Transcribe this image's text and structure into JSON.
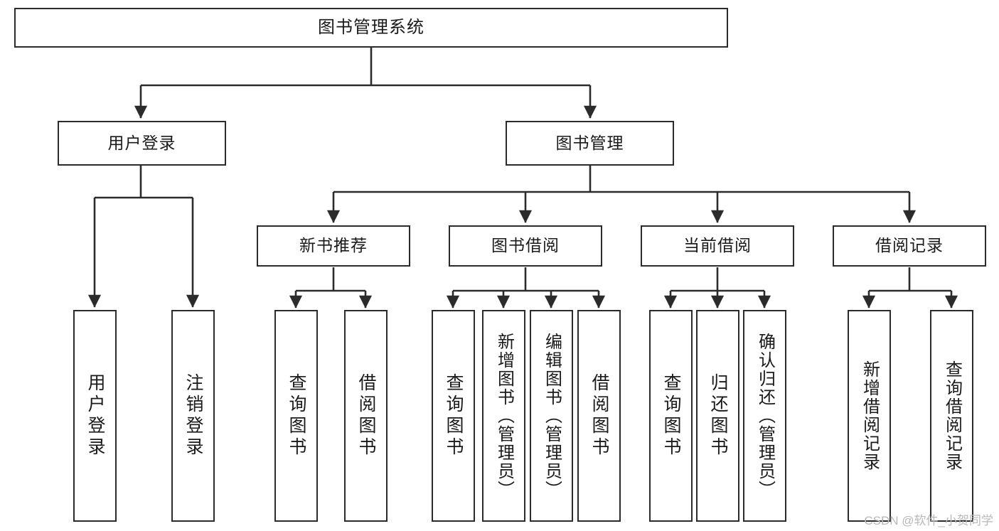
{
  "diagram": {
    "title": "图书管理系统",
    "type": "tree-hierarchy-diagram",
    "colors": {
      "box_border": "#2b2b2b",
      "box_fill": "#ffffff",
      "connector": "#2b2b2b",
      "text": "#1a1a1a",
      "watermark": "#b8b8b8",
      "background": "#ffffff"
    },
    "watermark": "CSDN @软件_小贺同学",
    "nodes": {
      "root": {
        "label": "图书管理系统"
      },
      "level2": [
        {
          "id": "user-login",
          "label": "用户登录"
        },
        {
          "id": "book-management",
          "label": "图书管理"
        }
      ],
      "level3": [
        {
          "id": "new-book-recommend",
          "label": "新书推荐"
        },
        {
          "id": "book-borrow",
          "label": "图书借阅"
        },
        {
          "id": "current-borrow",
          "label": "当前借阅"
        },
        {
          "id": "borrow-record",
          "label": "借阅记录"
        }
      ],
      "leaves": {
        "user_login": [
          {
            "id": "leaf-user-login",
            "label": "用户登录"
          },
          {
            "id": "leaf-logout-login",
            "label": "注销登录"
          }
        ],
        "new_book_recommend": [
          {
            "id": "leaf-query-book-1",
            "label": "查询图书"
          },
          {
            "id": "leaf-borrow-book-1",
            "label": "借阅图书"
          }
        ],
        "book_borrow": [
          {
            "id": "leaf-query-book-2",
            "label": "查询图书"
          },
          {
            "id": "leaf-add-book",
            "label": "新增图书（管理员）"
          },
          {
            "id": "leaf-edit-book",
            "label": "编辑图书（管理员）"
          },
          {
            "id": "leaf-borrow-book-2",
            "label": "借阅图书"
          }
        ],
        "current_borrow": [
          {
            "id": "leaf-query-book-3",
            "label": "查询图书"
          },
          {
            "id": "leaf-return-book",
            "label": "归还图书"
          },
          {
            "id": "leaf-confirm-return",
            "label": "确认归还（管理员）"
          }
        ],
        "borrow_record": [
          {
            "id": "leaf-add-record",
            "label": "新增借阅记录"
          },
          {
            "id": "leaf-query-record",
            "label": "查询借阅记录"
          }
        ]
      }
    }
  }
}
